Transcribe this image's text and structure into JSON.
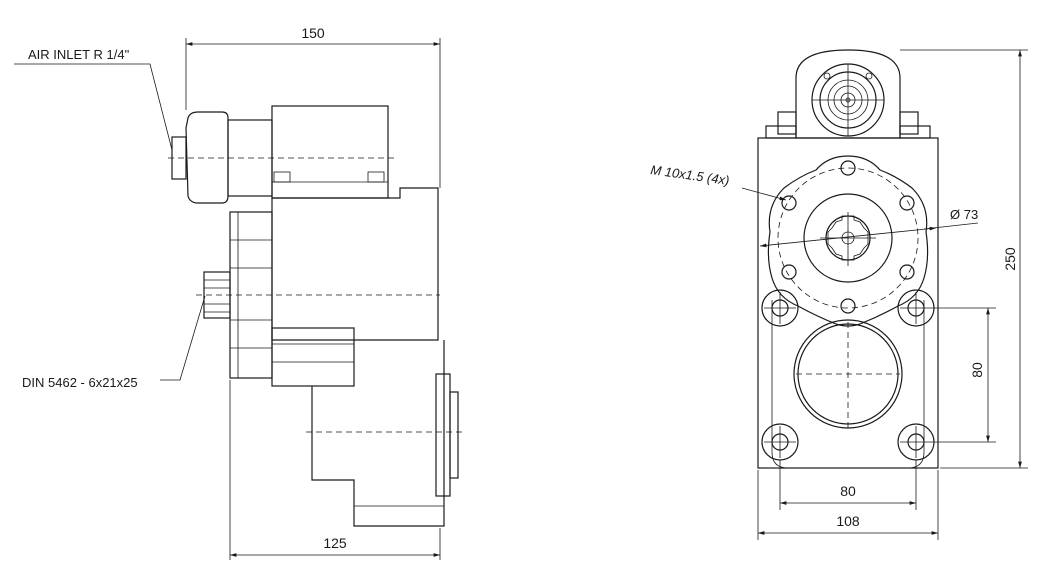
{
  "labels": {
    "air_inlet": "AIR INLET R 1/4\"",
    "din_spline": "DIN 5462 - 6x21x25",
    "thread": "M 10x1.5 (4x)",
    "diameter": "Ø 73"
  },
  "dimensions": {
    "side_top_width": "150",
    "side_bottom_width": "125",
    "front_height": "250",
    "front_hole_vertical": "80",
    "front_hole_horizontal": "80",
    "front_width": "108"
  }
}
